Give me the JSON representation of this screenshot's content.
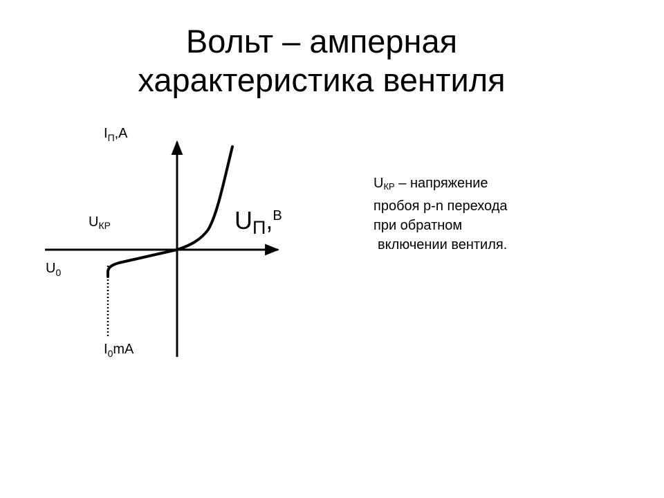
{
  "title": {
    "line1": "Вольт – амперная",
    "line2": "характеристика вентиля"
  },
  "labels": {
    "y_axis_main": "I",
    "y_axis_sub": "П",
    "y_axis_unit": ",А",
    "x_axis_main": "U",
    "x_axis_sub": "П",
    "x_axis_comma": ",",
    "x_axis_unit": "В",
    "ukr_main": "U",
    "ukr_sub": "КР",
    "u0_main": "U",
    "u0_sub": "0",
    "i0_main": "I",
    "i0_sub": "0",
    "i0_unit": "mA"
  },
  "note": {
    "sym_main": "U",
    "sym_sub": "КР",
    "line1_rest": " – напряжение",
    "line2": "пробоя p-n перехода",
    "line3": "при обратном",
    "line4": "включении вентиля."
  },
  "colors": {
    "ink": "#000000",
    "background": "#ffffff"
  }
}
